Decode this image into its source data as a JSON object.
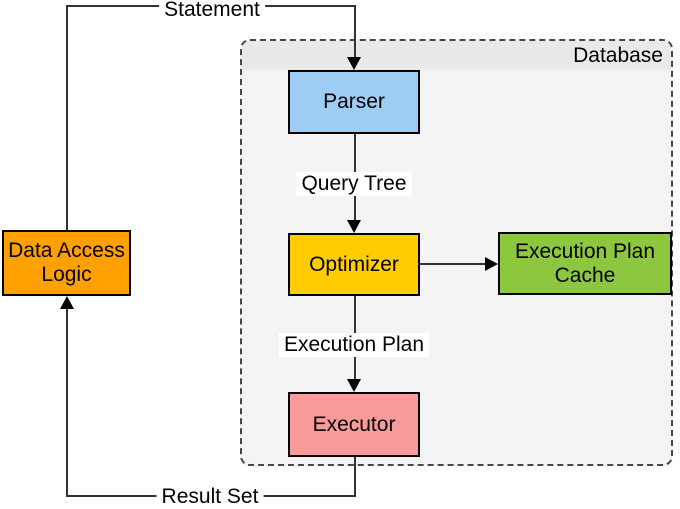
{
  "diagram": {
    "container": {
      "label": "Database",
      "fill": "#f4f4f4",
      "header_fill": "#e9e9e9",
      "border_color": "#474747",
      "border_style": "dashed"
    },
    "nodes": {
      "data_access_logic": {
        "label": "Data Access Logic",
        "lines": [
          "Data Access",
          "Logic"
        ],
        "fill": "#FFA000"
      },
      "parser": {
        "label": "Parser",
        "fill": "#9DCDF5"
      },
      "optimizer": {
        "label": "Optimizer",
        "fill": "#FFCC00"
      },
      "execution_plan_cache": {
        "label": "Execution Plan Cache",
        "lines": [
          "Execution Plan",
          "Cache"
        ],
        "fill": "#8DC63F"
      },
      "executor": {
        "label": "Executor",
        "fill": "#FB9A9A"
      }
    },
    "edges": {
      "statement": {
        "label": "Statement",
        "from": "data_access_logic",
        "to": "parser"
      },
      "query_tree": {
        "label": "Query Tree",
        "from": "parser",
        "to": "optimizer"
      },
      "optimizer_to_cache": {
        "label": "",
        "from": "optimizer",
        "to": "execution_plan_cache"
      },
      "execution_plan": {
        "label": "Execution Plan",
        "from": "optimizer",
        "to": "executor"
      },
      "result_set": {
        "label": "Result Set",
        "from": "executor",
        "to": "data_access_logic"
      }
    },
    "line_color": "#333333",
    "node_border_color": "#000000",
    "text_color": "#000000"
  }
}
